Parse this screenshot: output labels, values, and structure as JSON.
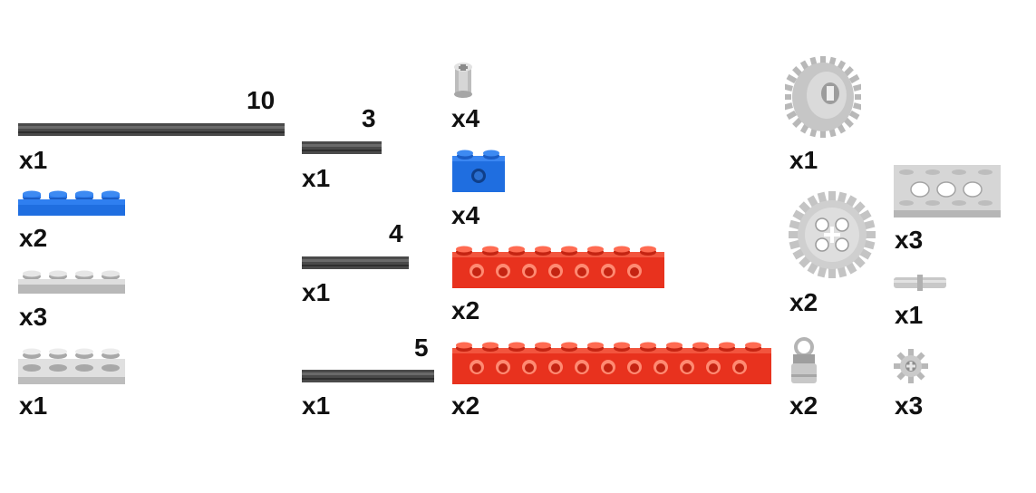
{
  "parts": [
    {
      "id": "axle-10",
      "name": "Technic axle",
      "length_label": "10",
      "qty": "x1",
      "color": "#505050"
    },
    {
      "id": "plate-1x4-blue",
      "name": "Plate 1x4",
      "qty": "x2",
      "color": "#1f6ee0"
    },
    {
      "id": "plate-1x4-lightgray",
      "name": "Plate 1x4",
      "qty": "x3",
      "color": "#c8c8c8"
    },
    {
      "id": "brick-1x4-lightgray",
      "name": "Brick 1x4",
      "qty": "x1",
      "color": "#d4d4d4"
    },
    {
      "id": "axle-3",
      "name": "Technic axle",
      "length_label": "3",
      "qty": "x1",
      "color": "#505050"
    },
    {
      "id": "axle-4",
      "name": "Technic axle",
      "length_label": "4",
      "qty": "x1",
      "color": "#505050"
    },
    {
      "id": "axle-5",
      "name": "Technic axle",
      "length_label": "5",
      "qty": "x1",
      "color": "#505050"
    },
    {
      "id": "bush",
      "name": "Bush",
      "qty": "x4",
      "color": "#c8c8c8"
    },
    {
      "id": "technic-brick-1x2-blue",
      "name": "Technic brick 1x2",
      "qty": "x4",
      "color": "#1f6ee0"
    },
    {
      "id": "technic-brick-1x8-red",
      "name": "Technic brick 1x8",
      "qty": "x2",
      "color": "#e8321e"
    },
    {
      "id": "technic-brick-1x12-red",
      "name": "Technic brick 1x12",
      "qty": "x2",
      "color": "#e8321e"
    },
    {
      "id": "bevel-gear-24",
      "name": "Crown gear",
      "qty": "x1",
      "color": "#c8c8c8"
    },
    {
      "id": "gear-24",
      "name": "Gear 24 tooth",
      "qty": "x2",
      "color": "#cfcfcf"
    },
    {
      "id": "universal-joint",
      "name": "Joint",
      "qty": "x2",
      "color": "#c0c0c0"
    },
    {
      "id": "technic-plate-2x4",
      "name": "Technic plate 2x4",
      "qty": "x3",
      "color": "#d0d0d0"
    },
    {
      "id": "axle-connector",
      "name": "Axle connector",
      "qty": "x1",
      "color": "#c8c8c8"
    },
    {
      "id": "gear-8",
      "name": "Gear 8 tooth",
      "qty": "x3",
      "color": "#c8c8c8"
    }
  ]
}
